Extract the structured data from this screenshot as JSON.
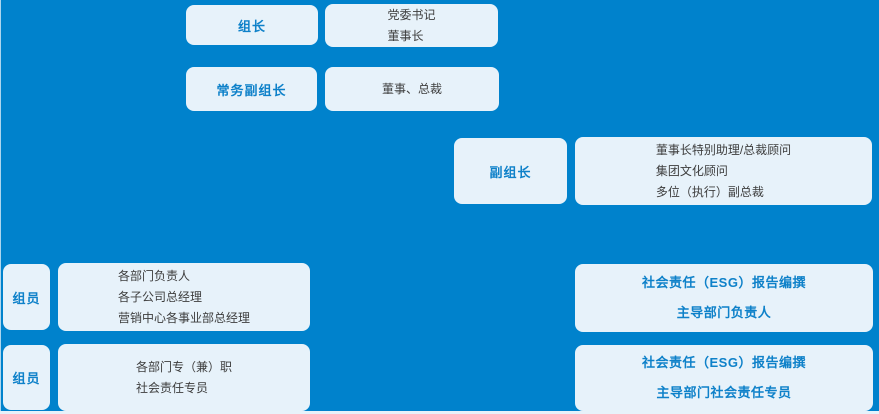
{
  "colors": {
    "background": "#0082CC",
    "box_fill": "#E7F2FA",
    "label_text": "#0E81C9",
    "content_text": "#3D3D3D"
  },
  "rows": [
    {
      "label": "组长",
      "lines": [
        "党委书记",
        "董事长"
      ]
    },
    {
      "label": "常务副组长",
      "lines": [
        "董事、总裁"
      ]
    },
    {
      "label": "副组长",
      "lines": [
        "董事长特别助理/总裁顾问",
        "集团文化顾问",
        "多位（执行）副总裁"
      ]
    },
    {
      "label": "组员",
      "lines": [
        "各部门负责人",
        "各子公司总经理",
        "营销中心各事业部总经理"
      ]
    },
    {
      "label": "组员",
      "lines": [
        "各部门专（兼）职",
        "社会责任专员"
      ]
    }
  ],
  "esg_boxes": [
    {
      "lines": [
        "社会责任（ESG）报告编撰",
        "主导部门负责人"
      ]
    },
    {
      "lines": [
        "社会责任（ESG）报告编撰",
        "主导部门社会责任专员"
      ]
    }
  ]
}
